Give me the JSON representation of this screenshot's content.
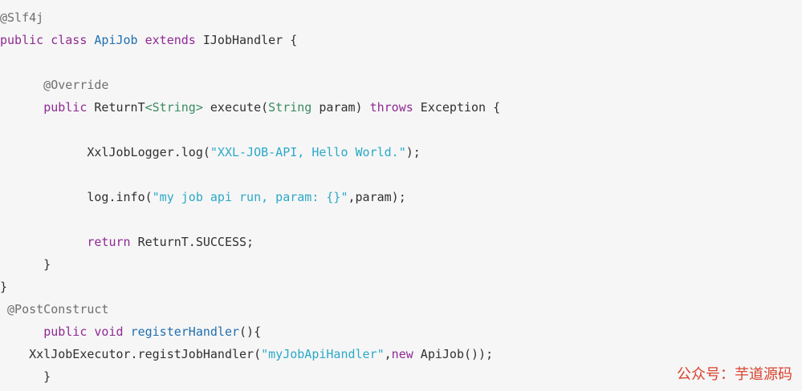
{
  "code_block": {
    "lines": [
      [
        {
          "text": "@Slf4j",
          "color": "#6f6f6f"
        }
      ],
      [
        {
          "text": "public",
          "color": "#8f2a93"
        },
        {
          "text": " ",
          "color": "#303030"
        },
        {
          "text": "class",
          "color": "#8f2a93"
        },
        {
          "text": " ",
          "color": "#303030"
        },
        {
          "text": "ApiJob",
          "color": "#1f6fb0"
        },
        {
          "text": " ",
          "color": "#303030"
        },
        {
          "text": "extends",
          "color": "#8f2a93"
        },
        {
          "text": " IJobHandler {",
          "color": "#303030"
        }
      ],
      [],
      [
        {
          "text": "      @Override",
          "color": "#6f6f6f"
        }
      ],
      [
        {
          "text": "      ",
          "color": "#303030"
        },
        {
          "text": "public",
          "color": "#8f2a93"
        },
        {
          "text": " ReturnT",
          "color": "#303030"
        },
        {
          "text": "<String>",
          "color": "#3a8b62"
        },
        {
          "text": " execute(",
          "color": "#303030"
        },
        {
          "text": "String",
          "color": "#3a8b62"
        },
        {
          "text": " param) ",
          "color": "#303030"
        },
        {
          "text": "throws",
          "color": "#8f2a93"
        },
        {
          "text": " Exception {",
          "color": "#303030"
        }
      ],
      [],
      [
        {
          "text": "            XxlJobLogger.log(",
          "color": "#303030"
        },
        {
          "text": "\"XXL-JOB-API, Hello World.\"",
          "color": "#2ba9c8"
        },
        {
          "text": ");",
          "color": "#303030"
        }
      ],
      [],
      [
        {
          "text": "            log.info(",
          "color": "#303030"
        },
        {
          "text": "\"my job api run, param: {}\"",
          "color": "#2ba9c8"
        },
        {
          "text": ",param);",
          "color": "#303030"
        }
      ],
      [],
      [
        {
          "text": "            ",
          "color": "#303030"
        },
        {
          "text": "return",
          "color": "#8f2a93"
        },
        {
          "text": " ReturnT.SUCCESS;",
          "color": "#303030"
        }
      ],
      [
        {
          "text": "      }",
          "color": "#303030"
        }
      ],
      [
        {
          "text": "}",
          "color": "#303030"
        }
      ],
      [
        {
          "text": " @PostConstruct",
          "color": "#6f6f6f"
        }
      ],
      [
        {
          "text": "      ",
          "color": "#303030"
        },
        {
          "text": "public",
          "color": "#8f2a93"
        },
        {
          "text": " ",
          "color": "#303030"
        },
        {
          "text": "void",
          "color": "#8f2a93"
        },
        {
          "text": " ",
          "color": "#303030"
        },
        {
          "text": "registerHandler",
          "color": "#1f6fb0"
        },
        {
          "text": "(){",
          "color": "#303030"
        }
      ],
      [
        {
          "text": "    XxlJobExecutor.registJobHandler(",
          "color": "#303030"
        },
        {
          "text": "\"myJobApiHandler\"",
          "color": "#2ba9c8"
        },
        {
          "text": ",",
          "color": "#303030"
        },
        {
          "text": "new",
          "color": "#8f2a93"
        },
        {
          "text": " ApiJob());",
          "color": "#303030"
        }
      ],
      [
        {
          "text": "      }",
          "color": "#303030"
        }
      ]
    ]
  },
  "watermark": {
    "label": "公众号：芋道源码"
  }
}
